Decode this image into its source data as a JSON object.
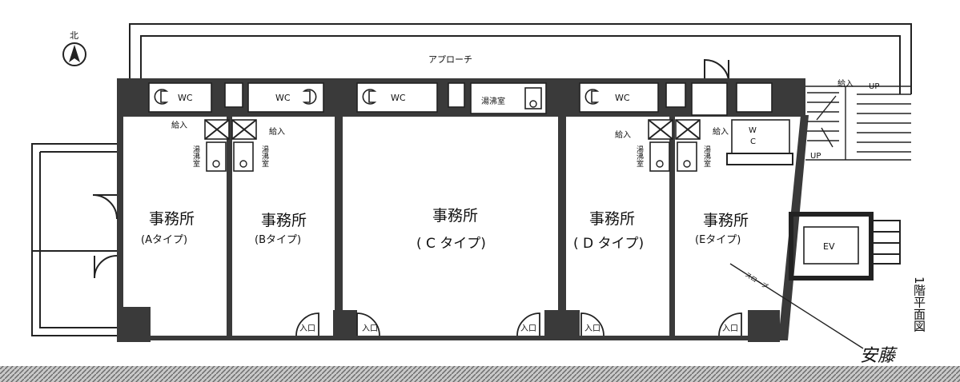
{
  "north": {
    "label": "北"
  },
  "approach": {
    "label": "アプローチ"
  },
  "rooms": [
    {
      "id": "a",
      "title": "事務所",
      "type": "(Aタイプ)"
    },
    {
      "id": "b",
      "title": "事務所",
      "type": "(Bタイプ)"
    },
    {
      "id": "c",
      "title": "事務所",
      "type": "( C タイプ)"
    },
    {
      "id": "d",
      "title": "事務所",
      "type": "( D タイプ)"
    },
    {
      "id": "e",
      "title": "事務所",
      "type": "(Eタイプ)"
    }
  ],
  "fixtures": {
    "wc": "WC",
    "wc_e_top": "W",
    "wc_e_bottom": "C",
    "pantry": "湯沸室",
    "pantry_vertical": "湯沸室",
    "intake": "給入",
    "entrance": "入口",
    "ev": "EV",
    "up": "UP",
    "floor_plan_title": "1階平面図",
    "slope": "スロープ",
    "signature": "安藤"
  },
  "colors": {
    "wall": "#3a3a3a",
    "ink": "#111111",
    "ground_band": "#9a9a9a"
  }
}
